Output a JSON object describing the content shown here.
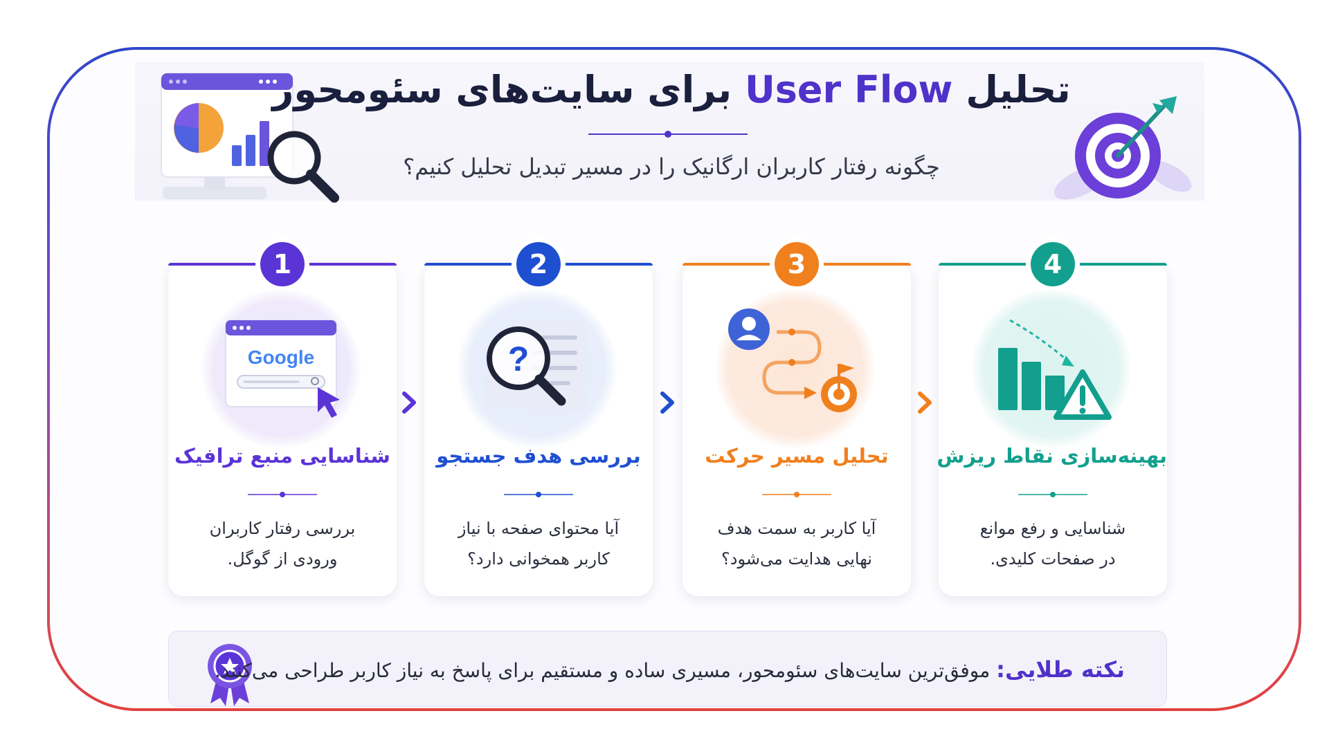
{
  "header": {
    "title_prefix": "تحلیل",
    "title_accent": "User Flow",
    "title_suffix": "برای سایت‌های سئومحور",
    "subtitle": "چگونه رفتار کاربران ارگانیک را در مسیر تبدیل تحلیل کنیم؟"
  },
  "colors": {
    "purple": "#5b34d6",
    "blue": "#1f4fd1",
    "orange": "#f07f1e",
    "teal": "#139f8e",
    "ink": "#1a1f3d"
  },
  "steps": [
    {
      "number": "1",
      "title": "شناسایی منبع ترافیک",
      "desc_line1": "بررسی رفتار کاربران",
      "desc_line2": "ورودی از گوگل.",
      "icon": "google-search-window-icon",
      "logo_text": "Google"
    },
    {
      "number": "2",
      "title": "بررسی هدف جستجو",
      "desc_line1": "آیا محتوای صفحه با نیاز",
      "desc_line2": "کاربر همخوانی دارد؟",
      "icon": "magnifier-question-icon"
    },
    {
      "number": "3",
      "title": "تحلیل مسیر حرکت",
      "desc_line1": "آیا کاربر به سمت هدف",
      "desc_line2": "نهایی هدایت می‌شود؟",
      "icon": "user-path-target-icon"
    },
    {
      "number": "4",
      "title": "بهینه‌سازی نقاط ریزش",
      "desc_line1": "شناسایی و رفع موانع",
      "desc_line2": "در صفحات کلیدی.",
      "icon": "dropoff-chart-warning-icon"
    }
  ],
  "tip": {
    "label": "نکته طلایی:",
    "text": "موفق‌ترین سایت‌های سئومحور، مسیری ساده و مستقیم برای پاسخ به نیاز کاربر طراحی می‌کنند.",
    "icon": "award-ribbon-icon"
  }
}
